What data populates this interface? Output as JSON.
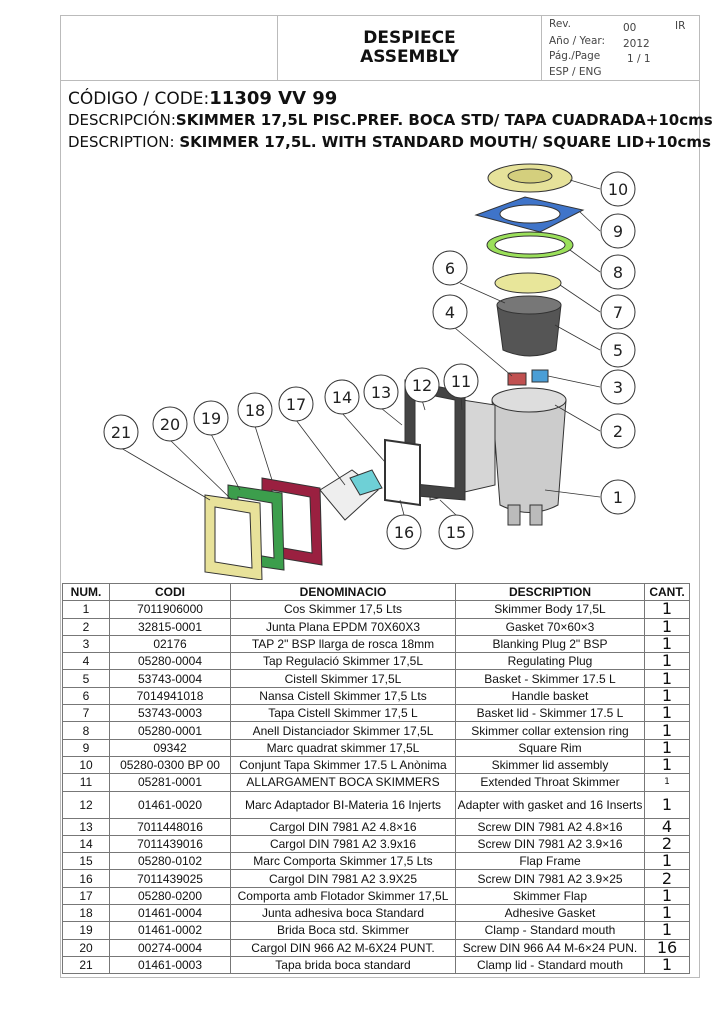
{
  "header": {
    "title_es": "DESPIECE",
    "title_en": "ASSEMBLY",
    "rev_label": "Rev.",
    "rev_value": "00",
    "rev_extra": "IR",
    "year_label": "Año / Year:",
    "year_value": "2012",
    "page_label": "Pág./Page",
    "page_value": "1 / 1",
    "lang": "ESP / ENG"
  },
  "code": {
    "label": "CÓDIGO / CODE:",
    "value": "11309 VV 99"
  },
  "descripcion": {
    "label": "DESCRIPCIÓN:",
    "value": "SKIMMER 17,5L PISC.PREF. BOCA STD/ TAPA CUADRADA+10cms"
  },
  "description": {
    "label": "DESCRIPTION:",
    "value": "SKIMMER 17,5L. WITH STANDARD MOUTH/ SQUARE LID+10cms"
  },
  "callouts": [
    "1",
    "2",
    "3",
    "4",
    "5",
    "6",
    "7",
    "8",
    "9",
    "10",
    "11",
    "12",
    "13",
    "14",
    "15",
    "16",
    "17",
    "18",
    "19",
    "20",
    "21"
  ],
  "table": {
    "headers": [
      "NUM.",
      "CODI",
      "DENOMINACIO",
      "DESCRIPTION",
      "CANT."
    ],
    "rows": [
      [
        "1",
        "7011906000",
        "Cos Skimmer 17,5 Lts",
        "Skimmer Body 17,5L",
        "1"
      ],
      [
        "2",
        "32815-0001",
        "Junta Plana EPDM 70X60X3",
        "Gasket 70×60×3",
        "1"
      ],
      [
        "3",
        "02176",
        "TAP 2\" BSP llarga de rosca 18mm",
        "Blanking Plug 2\" BSP",
        "1"
      ],
      [
        "4",
        "05280-0004",
        "Tap Regulació Skimmer 17,5L",
        "Regulating Plug",
        "1"
      ],
      [
        "5",
        "53743-0004",
        "Cistell Skimmer 17,5L",
        "Basket - Skimmer 17.5 L",
        "1"
      ],
      [
        "6",
        "7014941018",
        "Nansa Cistell Skimmer 17,5 Lts",
        "Handle basket",
        "1"
      ],
      [
        "7",
        "53743-0003",
        "Tapa Cistell Skimmer 17,5 L",
        "Basket lid - Skimmer 17.5 L",
        "1"
      ],
      [
        "8",
        "05280-0001",
        "Anell Distanciador Skimmer 17,5L",
        "Skimmer collar extension ring",
        "1"
      ],
      [
        "9",
        "09342",
        "Marc quadrat skimmer 17,5L",
        "Square Rim",
        "1"
      ],
      [
        "10",
        "05280-0300 BP 00",
        "Conjunt Tapa Skimmer 17.5 L Anònima",
        "Skimmer lid assembly",
        "1"
      ],
      [
        "11",
        "05281-0001",
        "ALLARGAMENT BOCA SKIMMERS",
        "Extended Throat Skimmer",
        "1"
      ],
      [
        "12",
        "01461-0020",
        "Marc Adaptador BI-Materia 16 Injerts",
        "Adapter with gasket and 16 Inserts",
        "1"
      ],
      [
        "13",
        "7011448016",
        "Cargol DIN 7981 A2 4.8×16",
        "Screw DIN 7981 A2 4.8×16",
        "4"
      ],
      [
        "14",
        "7011439016",
        "Cargol DIN 7981 A2 3.9x16",
        "Screw DIN 7981 A2 3.9×16",
        "2"
      ],
      [
        "15",
        "05280-0102",
        "Marc Comporta Skimmer 17,5 Lts",
        "Flap Frame",
        "1"
      ],
      [
        "16",
        "7011439025",
        "Cargol DIN 7981 A2 3.9X25",
        "Screw DIN 7981 A2 3.9×25",
        "2"
      ],
      [
        "17",
        "05280-0200",
        "Comporta amb Flotador Skimmer 17,5L",
        "Skimmer Flap",
        "1"
      ],
      [
        "18",
        "01461-0004",
        "Junta adhesiva boca Standard",
        "Adhesive Gasket",
        "1"
      ],
      [
        "19",
        "01461-0002",
        "Brida Boca std. Skimmer",
        "Clamp - Standard mouth",
        "1"
      ],
      [
        "20",
        "00274-0004",
        "Cargol DIN 966 A2 M-6X24 PUNT.",
        "Screw DIN 966 A4 M-6×24 PUN.",
        "16"
      ],
      [
        "21",
        "01461-0003",
        "Tapa brida boca standard",
        "Clamp lid - Standard mouth",
        "1"
      ]
    ]
  }
}
